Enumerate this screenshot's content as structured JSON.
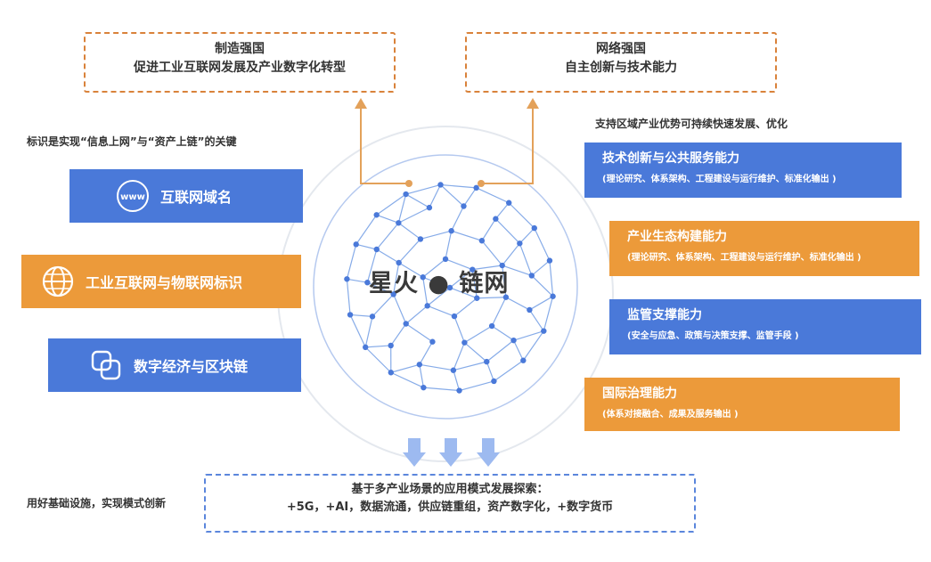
{
  "top_boxes": [
    {
      "line1": "制造强国",
      "line2": "促进工业互联网发展及产业数字化转型"
    },
    {
      "line1": "网络强国",
      "line2": "自主创新与技术能力"
    }
  ],
  "left_note": "标识是实现“信息上网”与“资产上链”的关键",
  "right_note": "支持区域产业优势可持续快速发展、优化",
  "left_items": [
    {
      "label": "互联网域名",
      "icon": "www-icon",
      "icon_text": "www",
      "color": "#4a79d9"
    },
    {
      "label": "工业互联网与物联网标识",
      "icon": "globe-icon",
      "color": "#ec9a3a"
    },
    {
      "label": "数字经济与区块链",
      "icon": "overlapping-squares-icon",
      "color": "#4a79d9"
    }
  ],
  "center_label": "星火 ● 链网",
  "right_items": [
    {
      "title": "技术创新与公共服务能力",
      "subtitle": "(理论研究、体系架构、工程建设与运行维护、标准化输出 )",
      "color": "#4a79d9"
    },
    {
      "title": "产业生态构建能力",
      "subtitle": "(理论研究、体系架构、工程建设与运行维护、标准化输出 )",
      "color": "#ec9a3a"
    },
    {
      "title": "监管支撑能力",
      "subtitle": "(安全与应急、政策与决策支撑、监管手段 )",
      "color": "#4a79d9"
    },
    {
      "title": "国际治理能力",
      "subtitle": "(体系对接融合、成果及服务输出 )",
      "color": "#ec9a3a"
    }
  ],
  "bottom_note": "用好基础设施，实现模式创新",
  "bottom_box": {
    "line1": "基于多产业场景的应用模式发展探索：",
    "line2": "+5G，+AI，数据流通，供应链重组，资产数字化，+数字货币"
  },
  "colors": {
    "blue": "#4a79d9",
    "orange": "#ec9a3a",
    "arrow_blue": "#8fb0ec"
  }
}
